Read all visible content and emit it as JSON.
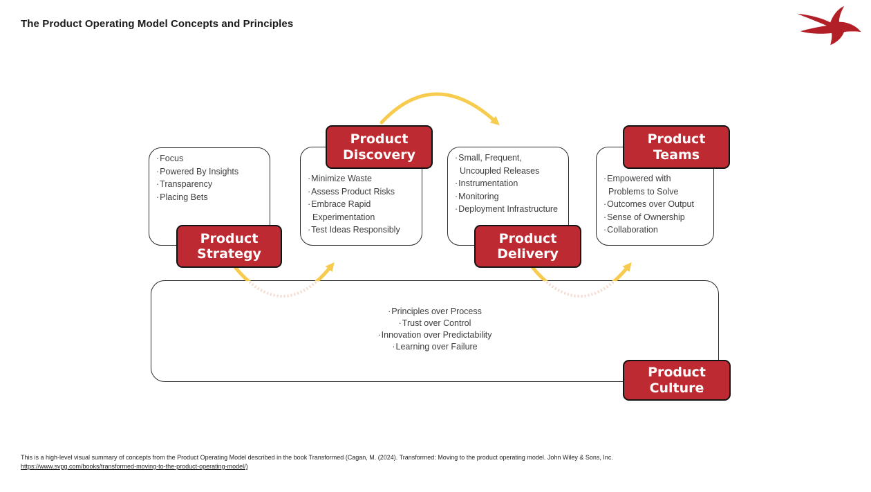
{
  "header": {
    "title": "The Product Operating Model Concepts and Principles"
  },
  "logo": {
    "name": "swallow-logo",
    "color": "#B21F27"
  },
  "colors": {
    "node_red": "#BE2A31",
    "node_border": "#121212",
    "box_border": "#2A2A2A",
    "arrow_yellow": "#F7CB4D",
    "arrow_faint": "#F5D9CC",
    "list_text": "#3D3D3D",
    "title_text": "#1B1B1B"
  },
  "diagram": {
    "nodes": [
      {
        "id": "product-strategy",
        "label": "Product\nStrategy",
        "items": [
          "Focus",
          "Powered By Insights",
          "Transparency",
          "Placing Bets"
        ]
      },
      {
        "id": "product-discovery",
        "label": "Product\nDiscovery",
        "items": [
          "Minimize Waste",
          "Assess Product Risks",
          "Embrace Rapid\nExperimentation",
          "Test Ideas Responsibly"
        ]
      },
      {
        "id": "product-delivery",
        "label": "Product\nDelivery",
        "items": [
          "Small, Frequent,\nUncoupled Releases",
          "Instrumentation",
          "Monitoring",
          "Deployment Infrastructure"
        ]
      },
      {
        "id": "product-teams",
        "label": "Product\nTeams",
        "items": [
          "Empowered with\nProblems to Solve",
          "Outcomes over Output",
          "Sense of Ownership",
          "Collaboration"
        ]
      },
      {
        "id": "product-culture",
        "label": "Product\nCulture",
        "items": [
          "Principles over Process",
          "Trust over Control",
          "Innovation over Predictability",
          "Learning over Failure"
        ]
      }
    ]
  },
  "footer": {
    "line1": "This is a high-level visual summary of concepts from the Product Operating Model described in the book Transformed (Cagan, M. (2024). Transformed: Moving to the product operating model. John Wiley & Sons, Inc.",
    "line2": "https://www.svpg.com/books/transformed-moving-to-the-product-operating-model/)"
  }
}
